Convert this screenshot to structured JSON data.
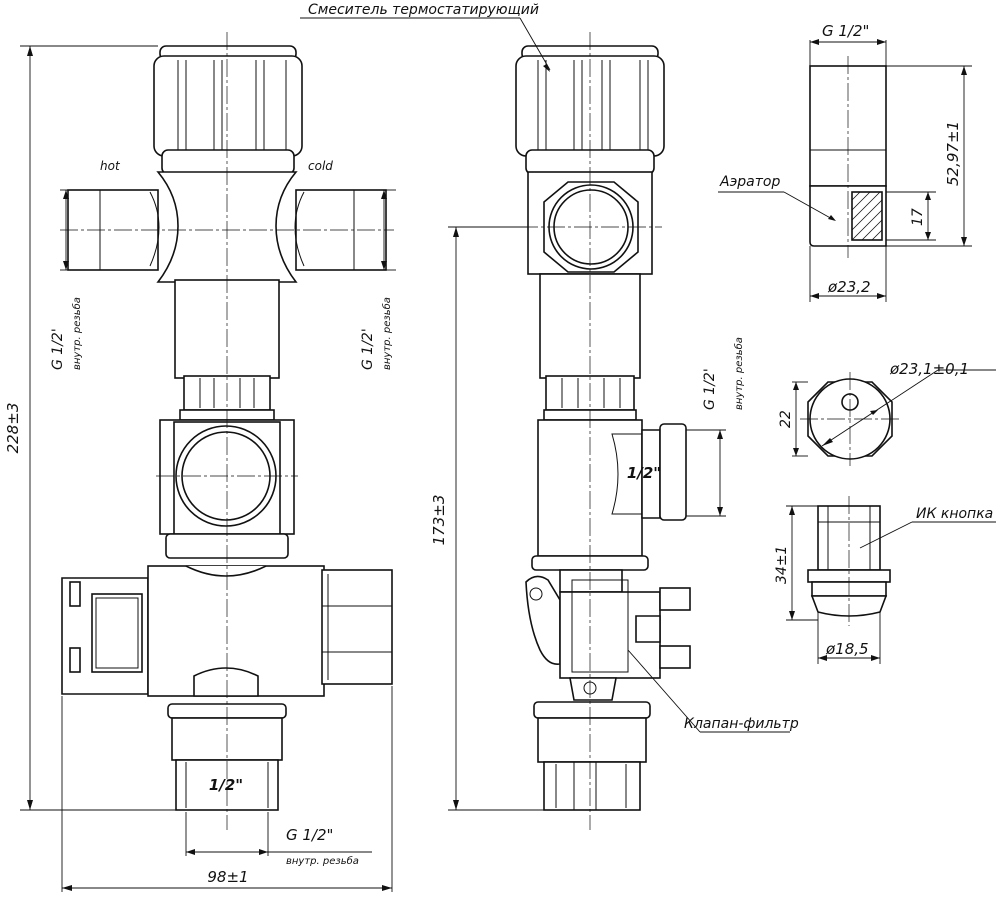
{
  "labels": {
    "title": "Смеситель термостатирующий",
    "hot": "hot",
    "cold": "cold",
    "thread_left": "G 1/2'",
    "thread_left_note": "внутр. резьба",
    "thread_right": "G 1/2'",
    "thread_right_note": "внутр. резьба",
    "port_bottom_left": "1/2\"",
    "thread_bottom": "G 1/2\"",
    "thread_bottom_note": "внутр. резьба",
    "width_dim": "98±1",
    "height_dim_total": "228±3",
    "height_dim_side": "173±3",
    "side_thread": "G 1/2'",
    "side_thread_note": "внутр. резьба",
    "side_port": "1/2\"",
    "valve_filter": "Клапан-фильтр",
    "aerator_thread": "G 1/2\"",
    "aerator": "Аэратор",
    "aerator_height": "52,97±1",
    "aerator_insert": "17",
    "aerator_diam": "ø23,2",
    "nut_diam": "ø23,1±0,1",
    "nut_height": "22",
    "button": "ИК кнопка",
    "button_height": "34±1",
    "button_diam": "ø18,5"
  }
}
